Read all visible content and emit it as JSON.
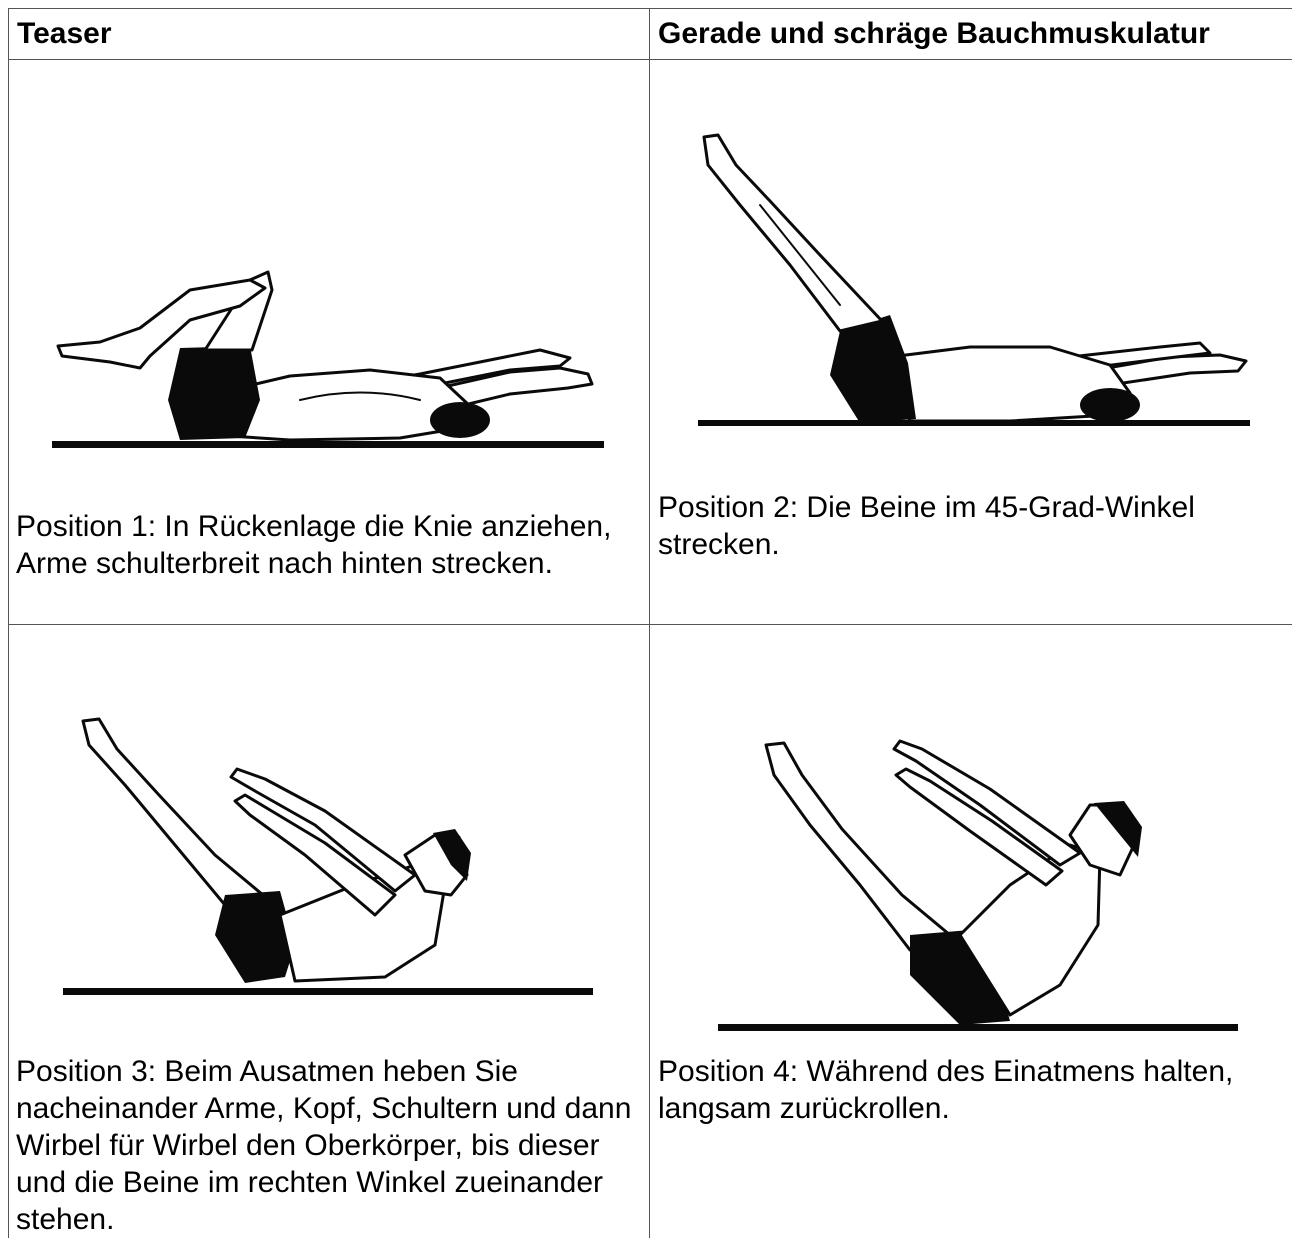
{
  "table": {
    "headers": [
      "Teaser",
      "Gerade und schräge Bauchmuskulatur"
    ],
    "cells": [
      {
        "figure": "position-1-figure",
        "caption": "Position 1: In Rückenlage die Knie anziehen, Arme schulterbreit nach hinten strecken."
      },
      {
        "figure": "position-2-figure",
        "caption": "Position 2: Die Beine im 45-Grad-Winkel strecken."
      },
      {
        "figure": "position-3-figure",
        "caption": "Position 3: Beim Ausatmen heben Sie nacheinander Arme, Kopf, Schultern und dann Wirbel für Wirbel den Oberkörper, bis dieser und die Beine im rechten Winkel zueinander stehen."
      },
      {
        "figure": "position-4-figure",
        "caption": "Position 4: Während des Einatmens halten, langsam zurückrollen."
      }
    ]
  },
  "colors": {
    "ink": "#0a0a0a",
    "border": "#555555",
    "background": "#ffffff"
  }
}
